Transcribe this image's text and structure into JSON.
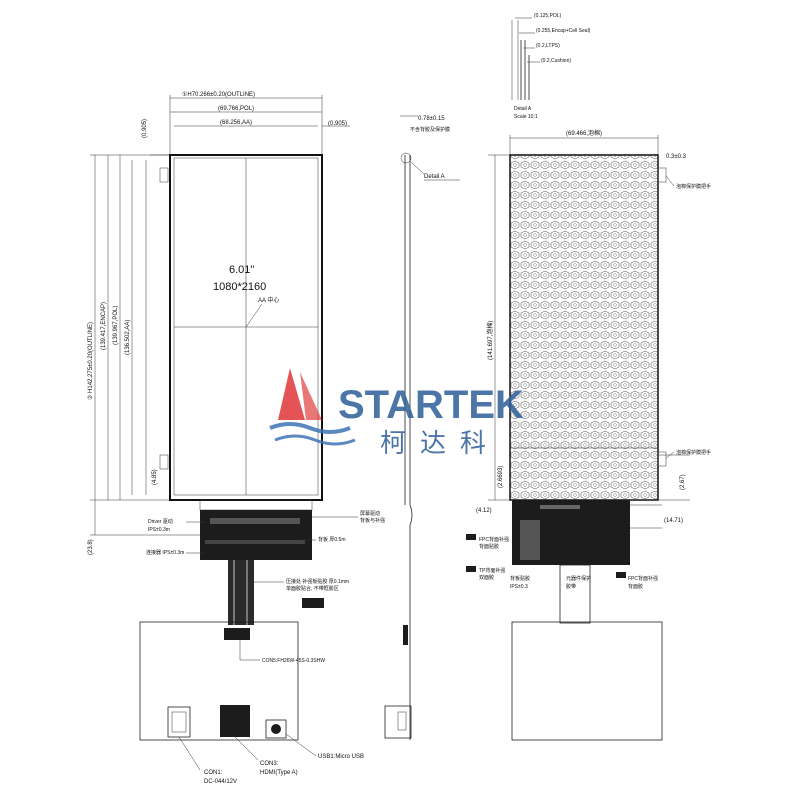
{
  "front_view": {
    "outline_dim": "①H70.266±0.20(OUTLINE)",
    "pol_width": "(69.766,POL)",
    "aa_width": "(68.256,AA)",
    "edge_left": "(0.905)",
    "edge_right": "(0.905)",
    "outline_height": "② H142.275±0.20(OUTLINE)",
    "encap_height": "(139.417,ENCAP)",
    "pol_height": "(139.967,POL)",
    "aa_height": "(136.502,AA)",
    "bottom_margin": "(4.85)",
    "lower_total": "(23.8)",
    "size_text": "6.01\"",
    "resolution_text": "1080*2160",
    "aa_center_note": "AA 中心",
    "driver_ic_note": "Driver 驱动",
    "driver_ic_sub": "IPS±0.3m",
    "fpc_note": "屏幕驱动",
    "fpc_note_sub": "背板与补强",
    "stiffener_note": "背板 厚0.5m",
    "lower_note": "连接器 IPS±0.3m",
    "fold_note": "压接处 补强板贴胶 厚0.1mm",
    "fold_note_sub": "单面胶贴合, 不带框胶区",
    "conn_fpc": "CON5:FH26W-45S-0.3SHW",
    "con1": "CON1:",
    "con1_sub": "DC-044/12V",
    "con3": "CON3:",
    "con3_sub": "HDMI(Type A)",
    "usb1": "USB1:Micro USB"
  },
  "side_view": {
    "thickness": "0.78±0.15",
    "thickness_note": "不含背胶及保护膜",
    "detail_label": "Detail A"
  },
  "detail_a": {
    "pol": "(0.125,POL)",
    "encap": "(0.255,Encap+Cell Seal)",
    "ltps": "(0.2,LTPS)",
    "cushion": "(0.2,Cushion)",
    "caption": "Detail A",
    "scale": "Scale 10:1"
  },
  "back_view": {
    "width": "(69.466,泡棉)",
    "height": "(141.697,泡棉)",
    "offset": "0.3±0.3",
    "top_note": "泡棉保护膜把手",
    "mid_note": "泡棉保护膜把手",
    "dim_left": "(2.6693)",
    "dim_right": "(2.67)",
    "dim_a": "(4.12)",
    "dim_b": "(14.71)",
    "note_1": "FPC背面补强",
    "note_1_sub": "背面贴胶",
    "note_2": "TP背面补强",
    "note_2_sub": "双面胶",
    "note_3": "背板贴胶",
    "note_3_sub": "IPS±0.3",
    "note_4": "元器件保护",
    "note_4_sub": "胶带",
    "note_5": "FPC背面补强",
    "note_5_sub": "背面胶"
  },
  "watermark": {
    "brand": "STARTEK",
    "chinese": "柯达科",
    "colors": {
      "red": "#e0373a",
      "blue": "#2f5f9a",
      "wave": "#3f74b6"
    }
  }
}
